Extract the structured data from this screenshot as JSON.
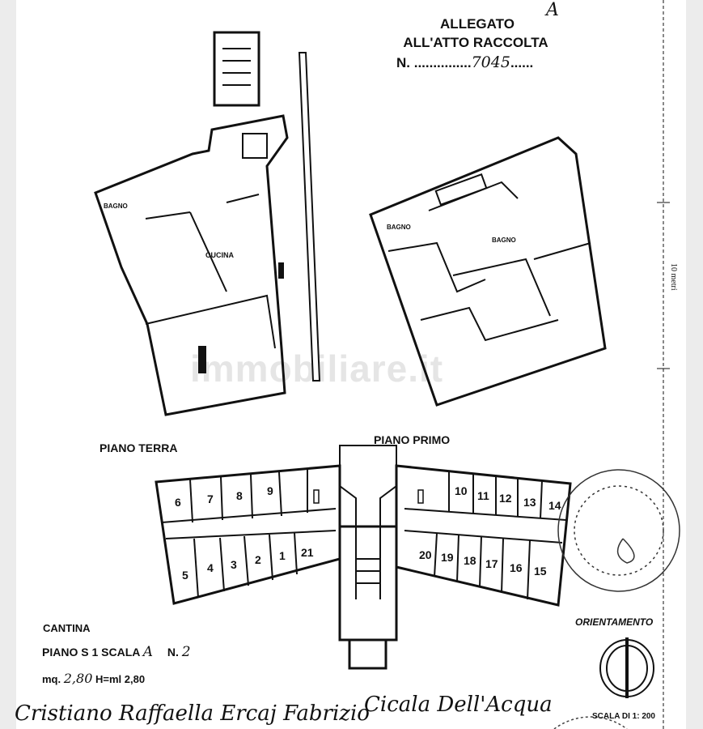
{
  "header": {
    "line1": "ALLEGATO",
    "line2": "ALL'ATTO RACCOLTA",
    "number_prefix": "N. ...............",
    "number_value": "7045",
    "number_suffix": "......",
    "corner_mark": "A"
  },
  "plans": {
    "ground_floor_label": "PIANO TERRA",
    "first_floor_label": "PIANO PRIMO",
    "rooms": {
      "kitchen": "CUCINA",
      "bath_ground": "BAGNO",
      "bath_first_1": "BAGNO",
      "bath_first_2": "BAGNO"
    }
  },
  "cantina": {
    "top_left_cells": [
      "6",
      "7",
      "8",
      "9"
    ],
    "top_right_cells": [
      "10",
      "11",
      "12",
      "13",
      "14"
    ],
    "bottom_left_cells": [
      "5",
      "4",
      "3",
      "2",
      "1",
      "21"
    ],
    "bottom_right_cells": [
      "20",
      "19",
      "18",
      "17",
      "16",
      "15"
    ]
  },
  "scale_bar_label": "10 metri",
  "info": {
    "title": "CANTINA",
    "floor_line": "PIANO S 1 SCALA",
    "scala_value": "A",
    "n_label": "N.",
    "n_value": "2",
    "mq_label": "mq.",
    "mq_value": "2,80",
    "height": "H=ml 2,80"
  },
  "orientation_label": "ORIENTAMENTO",
  "scale_label": "SCALA DI 1:",
  "scale_value": "200",
  "signatures": [
    "Cristiano",
    "Raffaella",
    "Ercaj Fabrizio",
    "Cicala Dell'Acqua"
  ],
  "watermark": "immobiliare.it"
}
